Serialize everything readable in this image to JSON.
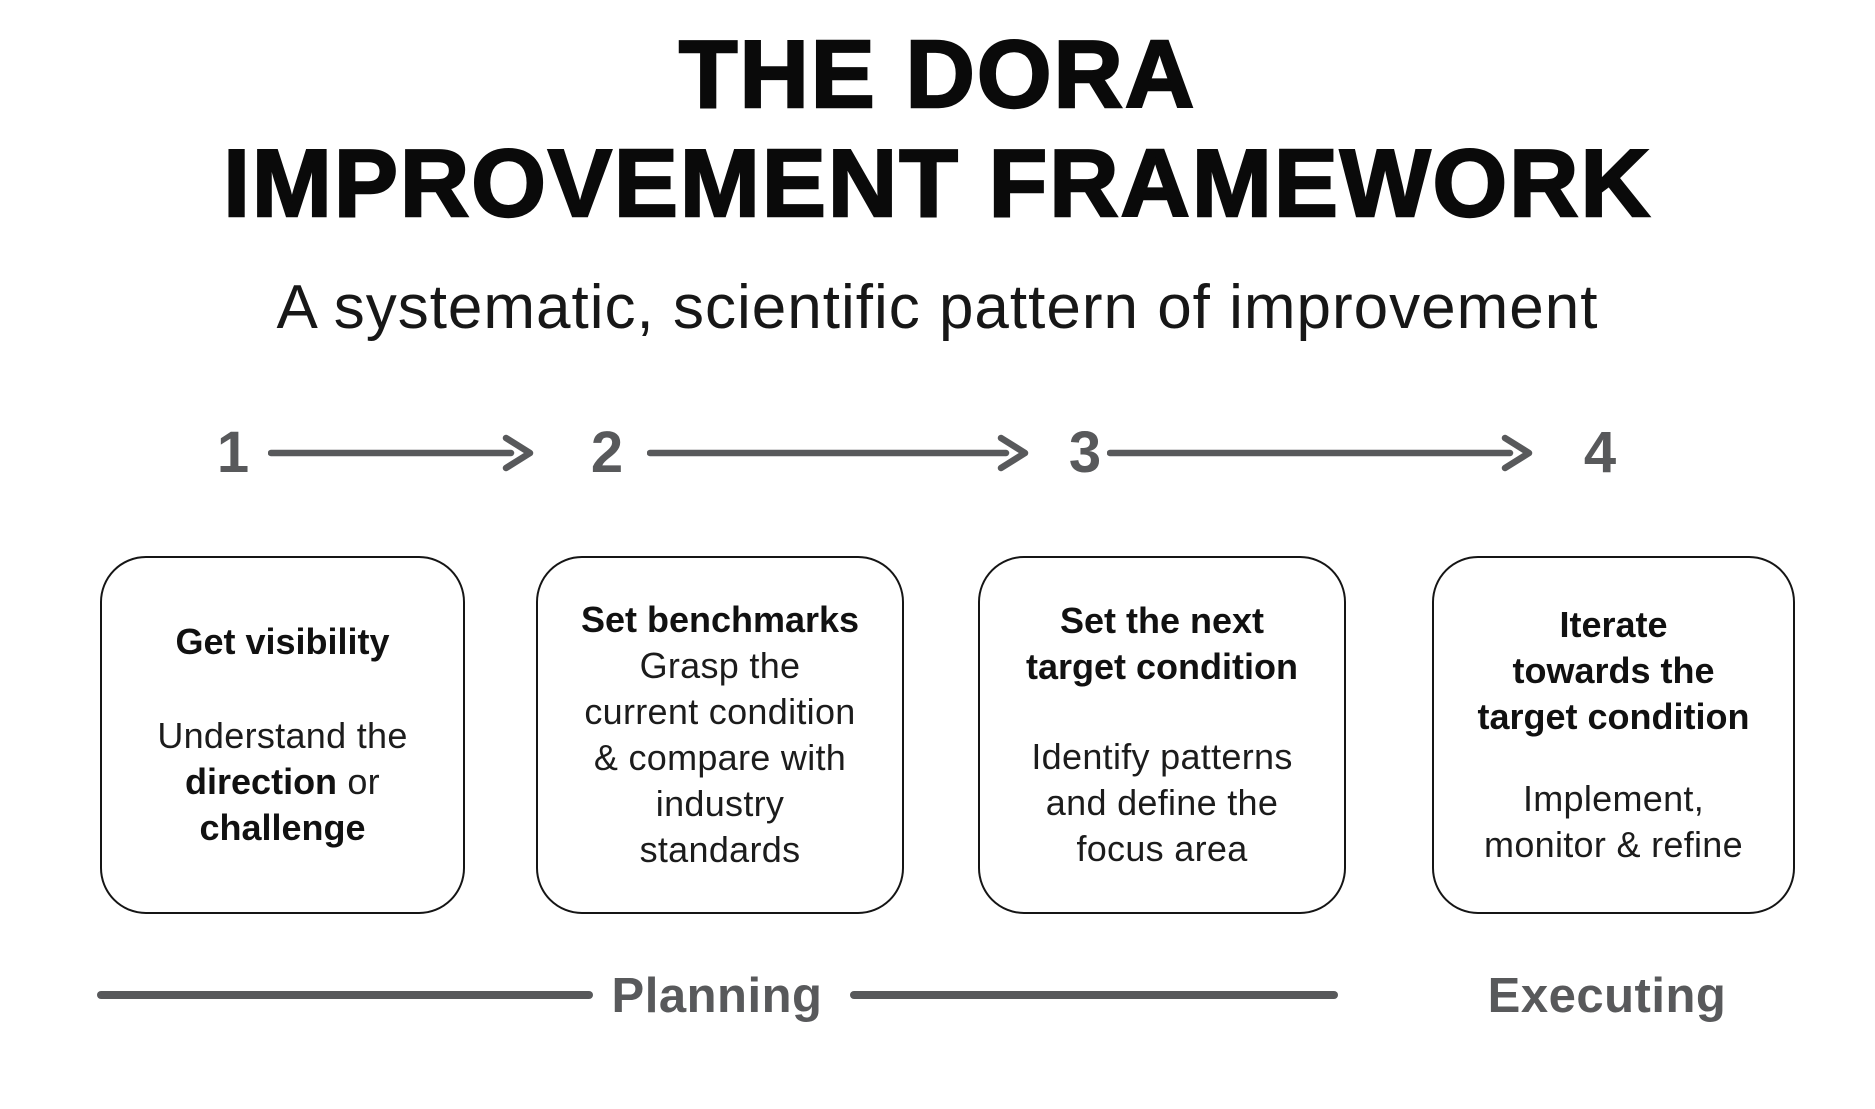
{
  "title": {
    "line1": "THE DORA",
    "line2": "IMPROVEMENT FRAMEWORK"
  },
  "subtitle": "A systematic, scientific pattern of improvement",
  "steps": [
    {
      "number": "1",
      "title": "Get visibility",
      "body": "Understand the\n**direction** or\n**challenge**"
    },
    {
      "number": "2",
      "title": "Set benchmarks",
      "body": "Grasp the\ncurrent condition\n& compare with\nindustry\nstandards"
    },
    {
      "number": "3",
      "title": "Set the next\ntarget condition",
      "body": "Identify patterns\nand define the\nfocus area"
    },
    {
      "number": "4",
      "title": "Iterate\ntowards the\ntarget condition",
      "body": "Implement,\nmonitor & refine"
    }
  ],
  "phases": [
    {
      "label": "Planning"
    },
    {
      "label": "Executing"
    }
  ],
  "icons": {
    "arrow_1": "arrow-right-icon",
    "arrow_2": "arrow-right-icon",
    "arrow_3": "arrow-right-icon"
  },
  "colors": {
    "text_black": "#111111",
    "accent_gray": "#58595b",
    "background": "#ffffff"
  }
}
